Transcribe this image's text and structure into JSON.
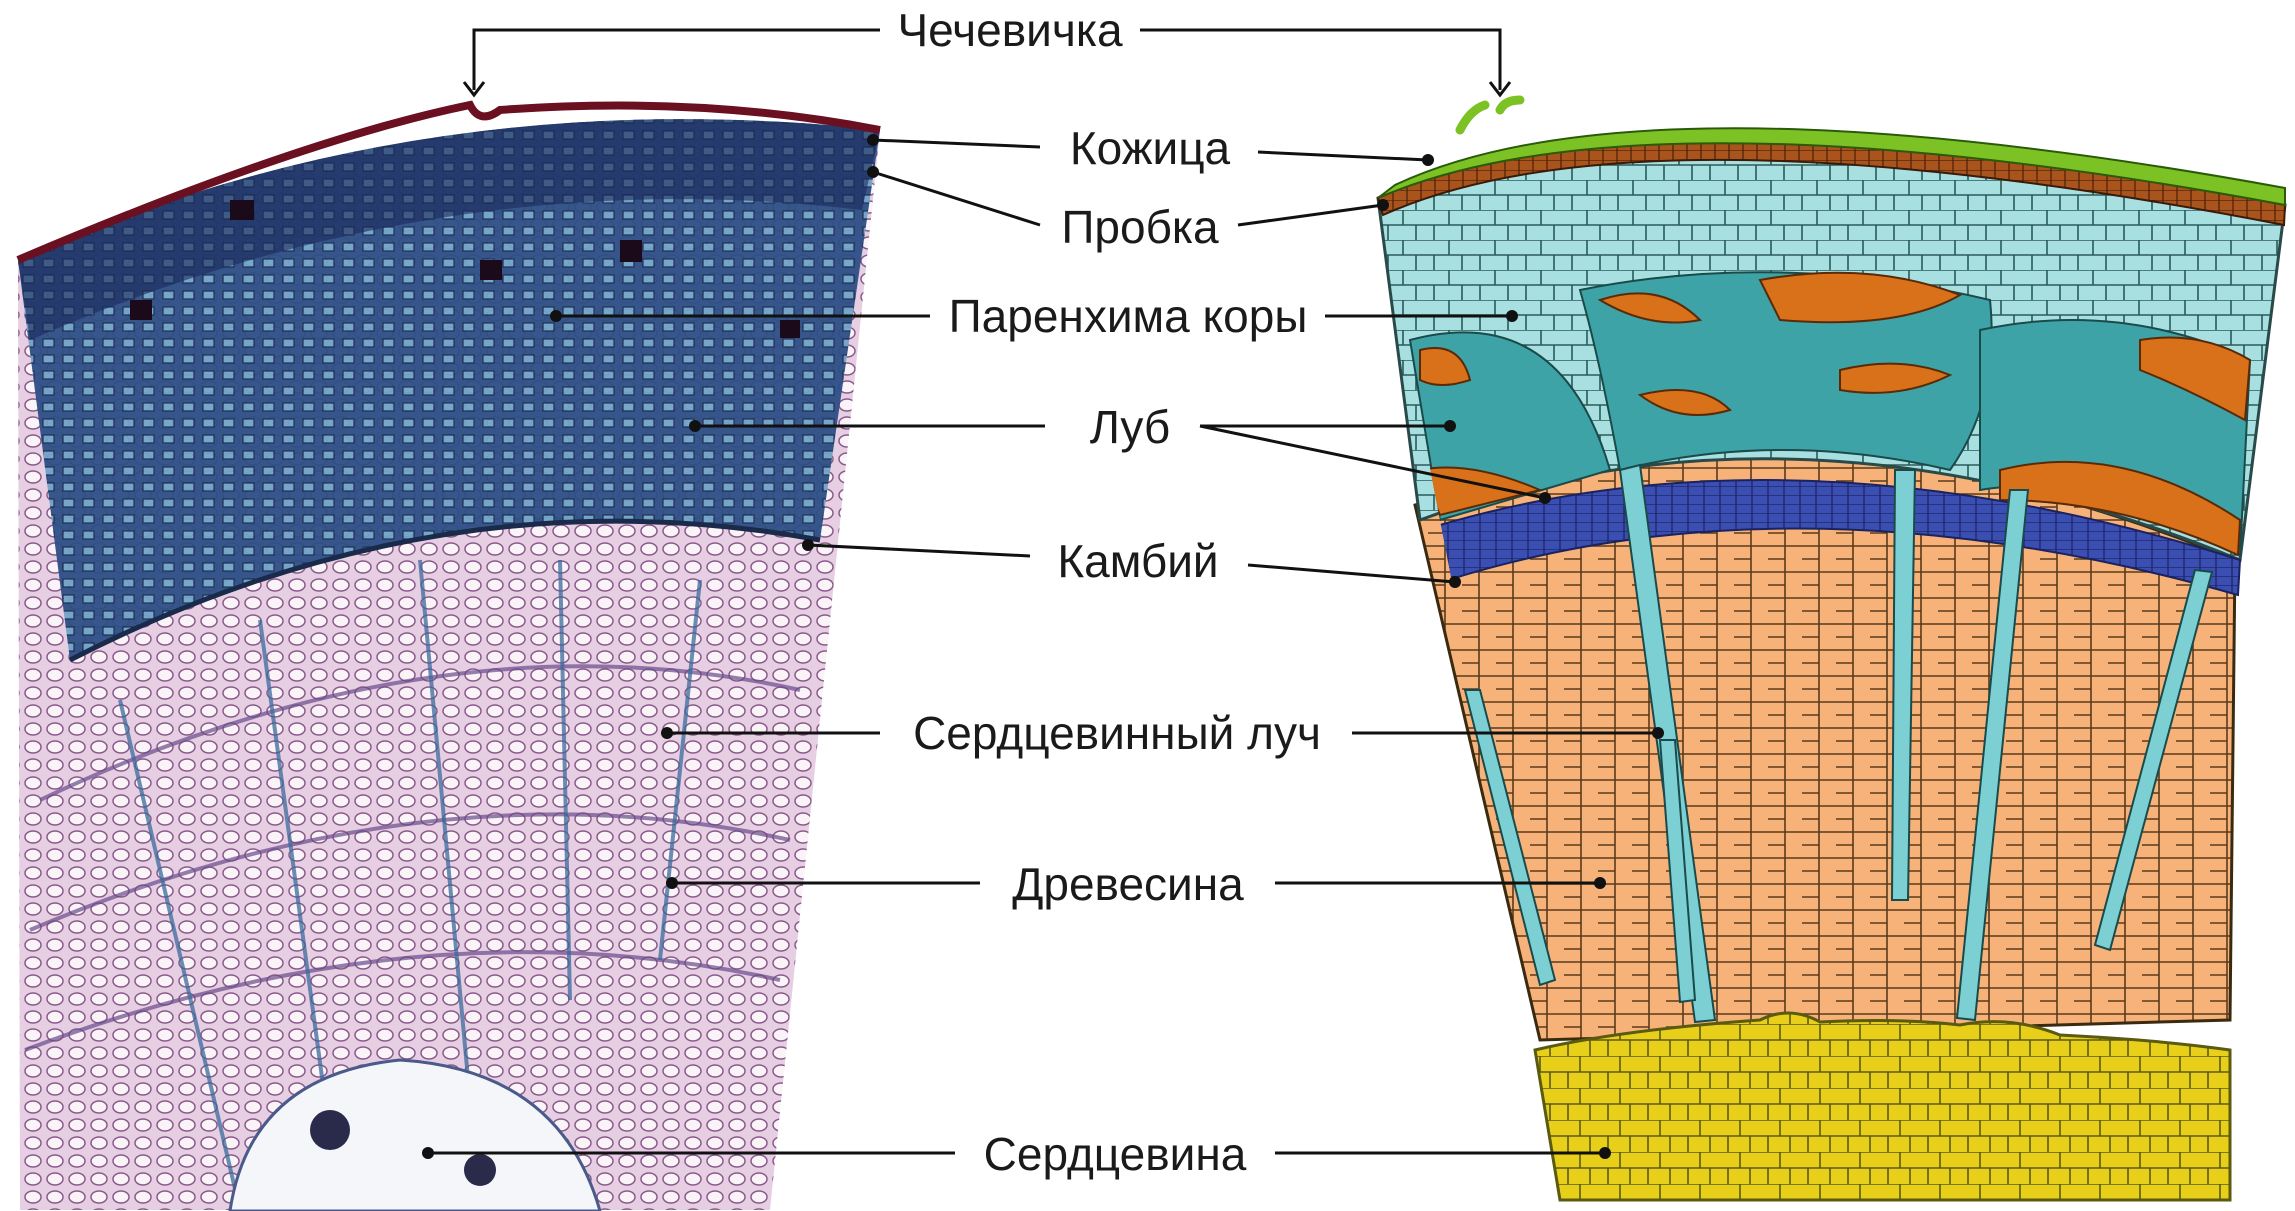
{
  "labels": {
    "lenticel": "Чечевичка",
    "epidermis": "Кожица",
    "cork": "Пробка",
    "cortex_parenchyma": "Паренхима коры",
    "phloem": "Луб",
    "cambium": "Камбий",
    "medullary_ray": "Сердцевинный луч",
    "wood": "Древесина",
    "pith": "Сердцевина"
  },
  "colors": {
    "epidermis": "#7cc225",
    "cork": "#a9541c",
    "cortex_parenchyma": "#a8e0e2",
    "phloem_sieve": "#3ea3a6",
    "phloem_fiber": "#d9711a",
    "cambium": "#3b4fb3",
    "wood": "#f7b27a",
    "medullary_ray": "#7cd0d4",
    "pith": "#e8cf1a",
    "cell_wall": "#2a4a4a",
    "micro_dark": "#1c3a6a",
    "micro_pink": "#e3c6de"
  }
}
